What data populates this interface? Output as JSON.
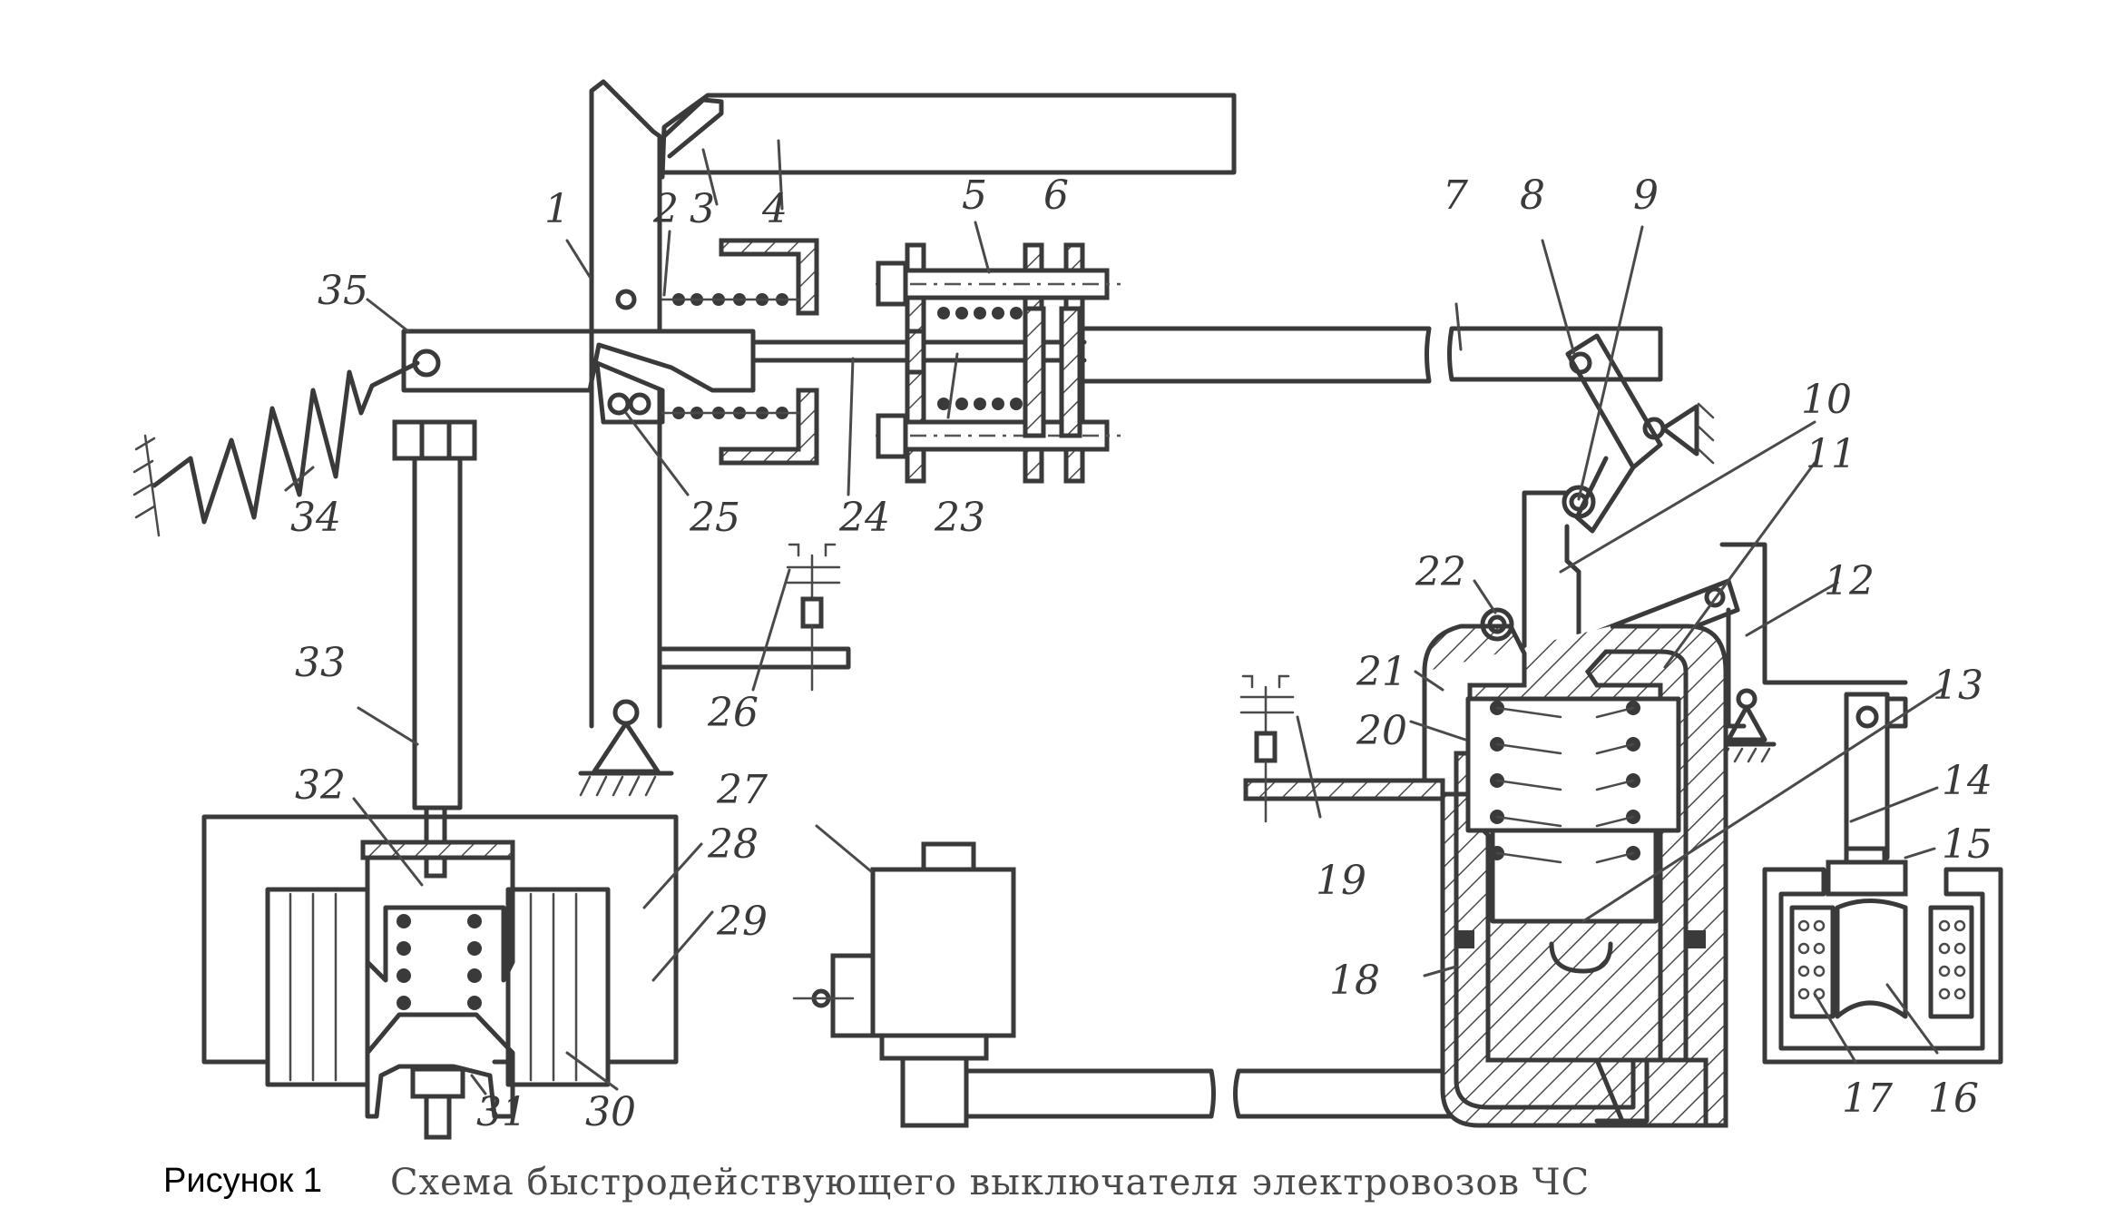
{
  "figure": {
    "number_label": "Рисунок 1",
    "title": "Схема быстродействующего выключателя электровозов ЧС"
  },
  "labels": {
    "l1": "1",
    "l2": "2",
    "l3": "3",
    "l4": "4",
    "l5": "5",
    "l6": "6",
    "l7": "7",
    "l8": "8",
    "l9": "9",
    "l10": "10",
    "l11": "11",
    "l12": "12",
    "l13": "13",
    "l14": "14",
    "l15": "15",
    "l16": "16",
    "l17": "17",
    "l18": "18",
    "l19": "19",
    "l20": "20",
    "l21": "21",
    "l22": "22",
    "l23": "23",
    "l24": "24",
    "l25": "25",
    "l26": "26",
    "l27": "27",
    "l28": "28",
    "l29": "29",
    "l30": "30",
    "l31": "31",
    "l32": "32",
    "l33": "33",
    "l34": "34",
    "l35": "35"
  },
  "colors": {
    "ink": "#3a3a3a",
    "background": "#ffffff"
  }
}
